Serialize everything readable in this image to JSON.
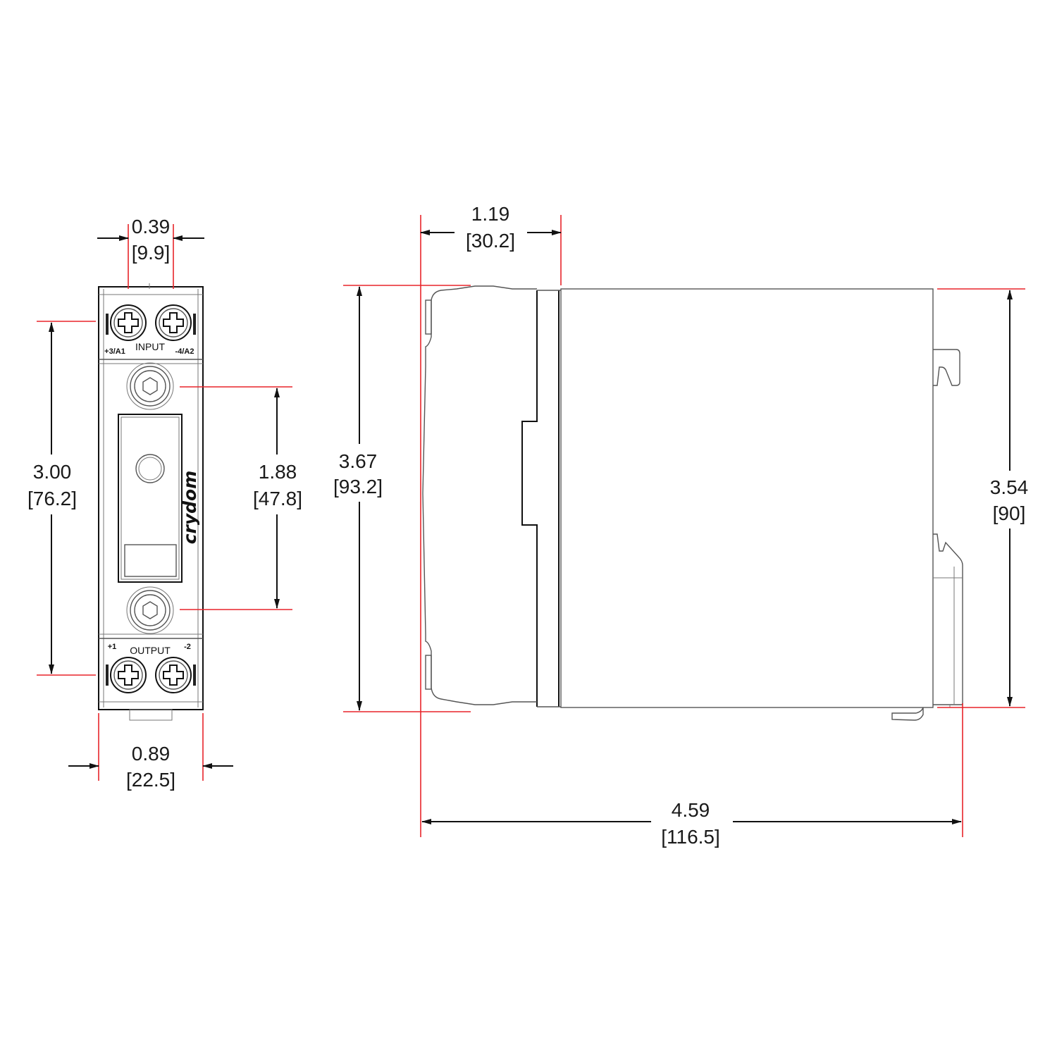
{
  "front_view": {
    "terminals": {
      "input_label": "INPUT",
      "input_plus": "+3/A1",
      "input_minus": "-4/A2",
      "output_label": "OUTPUT",
      "output_plus": "+1",
      "output_minus": "-2"
    },
    "brand": "crydom",
    "dimensions": {
      "terminal_pitch": {
        "in": "0.39",
        "mm": "[9.9]"
      },
      "terminal_span": {
        "in": "3.00",
        "mm": "[76.2]"
      },
      "mount_spacing": {
        "in": "1.88",
        "mm": "[47.8]"
      },
      "width": {
        "in": "0.89",
        "mm": "[22.5]"
      }
    }
  },
  "side_view": {
    "dimensions": {
      "front_depth": {
        "in": "1.19",
        "mm": "[30.2]"
      },
      "overall_height": {
        "in": "3.67",
        "mm": "[93.2]"
      },
      "body_height": {
        "in": "3.54",
        "mm": "[90]"
      },
      "overall_depth": {
        "in": "4.59",
        "mm": "[116.5]"
      }
    }
  },
  "colors": {
    "dimension_lines": "#e8242a",
    "outline": "#111111"
  }
}
